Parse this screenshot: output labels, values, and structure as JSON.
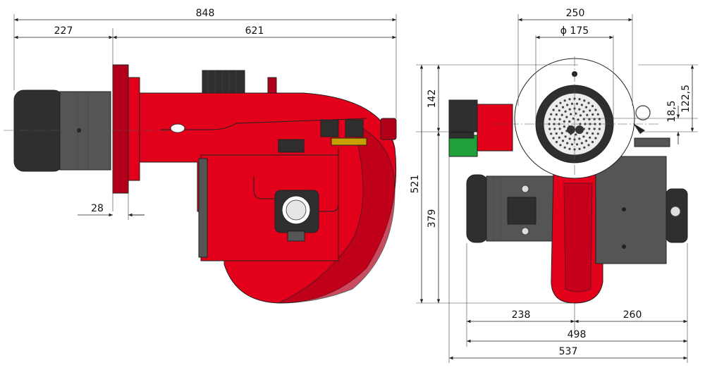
{
  "palette": {
    "body_red": "#e3001b",
    "body_red_dark": "#b3001a",
    "body_red_light": "#f2303f",
    "nozzle_grey": "#4a4a4a",
    "nozzle_grey_dark": "#2f2f2f",
    "metal": "#9a9a9a",
    "motor_grey": "#555555",
    "green": "#1fa03a"
  },
  "dimensions": {
    "side_view": {
      "overall_length": "848",
      "nozzle_length": "227",
      "body_length": "621",
      "flange_thickness": "28"
    },
    "front_view": {
      "outer_diameter": "250",
      "inner_diameter": "ϕ 175",
      "height_total": "521",
      "height_upper": "142",
      "height_lower": "379",
      "offset_small": "18,5",
      "offset_large": "122,5",
      "width_left": "238",
      "width_right": "260",
      "width_body": "498",
      "width_total": "537"
    }
  }
}
